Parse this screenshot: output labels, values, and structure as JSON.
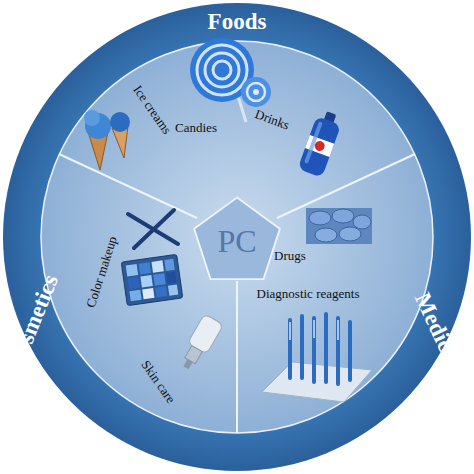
{
  "diagram": {
    "nodes": [
      {
        "text": [
          "PC"
        ]
      }
    ],
    "labels": [
      "Foods",
      "Medical",
      "Cosmetics",
      "Ice creams",
      "Candies",
      "Drinks",
      "Drugs",
      "Diagnostic reagents",
      "Color makeup",
      "Skin care"
    ]
  }
}
